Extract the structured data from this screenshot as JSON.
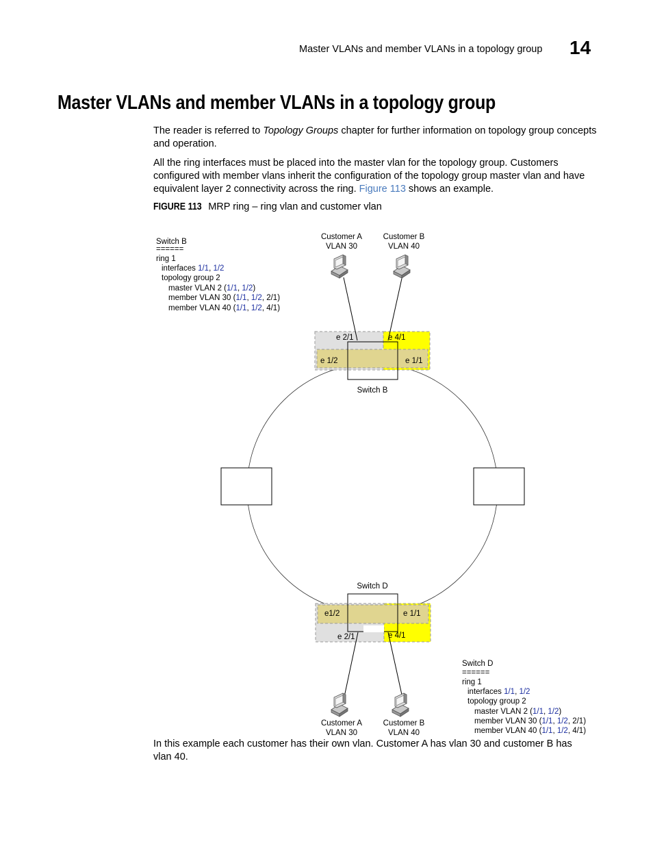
{
  "header": {
    "running_title": "Master VLANs and member VLANs in a topology group",
    "chapter_number": "14"
  },
  "section": {
    "title": "Master VLANs and member VLANs in a topology group"
  },
  "paragraph1": {
    "before": "The reader is referred to ",
    "italic": "Topology Groups",
    "after": " chapter for further information on topology group concepts and operation."
  },
  "paragraph2": {
    "text": "All the ring interfaces must be placed into the master vlan for the topology group. Customers configured with member vlans inherit the configuration of the topology group master vlan and have equivalent layer 2 connectivity across the ring. ",
    "link": "Figure 113",
    "after": " shows an example."
  },
  "figure": {
    "label": "FIGURE 113",
    "title": "MRP ring – ring vlan and customer vlan"
  },
  "diagram": {
    "config_b": {
      "l1": "Switch B",
      "l2": "======",
      "l3": "ring 1",
      "l4_pre": "interfaces ",
      "l5": "topology group 2",
      "l6_pre": "master VLAN 2 (",
      "l7_pre": "member VLAN 30 (",
      "l7_post": ", 2/1)",
      "l8_pre": "member VLAN 40 (",
      "l8_post": ", 4/1)",
      "link1": "1/1",
      "link2": "1/2",
      "sep": ", ",
      "close": ")"
    },
    "config_d": {
      "l1": "Switch D",
      "l2": "======",
      "l3": "ring 1",
      "l4_pre": "interfaces ",
      "l5": "topology group 2",
      "l6_pre": "master VLAN 2 (",
      "l7_pre": "member VLAN 30 (",
      "l7_post": ", 2/1)",
      "l8_pre": "member VLAN 40 (",
      "l8_post": ", 4/1)",
      "link1": "1/1",
      "link2": "1/2",
      "sep": ", ",
      "close": ")"
    },
    "cust_a_top": {
      "name": "Customer A",
      "vlan": "VLAN 30"
    },
    "cust_b_top": {
      "name": "Customer B",
      "vlan": "VLAN 40"
    },
    "cust_a_bottom": {
      "name": "Customer A",
      "vlan": "VLAN 30"
    },
    "cust_b_bottom": {
      "name": "Customer B",
      "vlan": "VLAN 40"
    },
    "switch_b": {
      "name": "Switch B",
      "port_e21": "e 2/1",
      "port_e41": "e 4/1",
      "port_e12": "e 1/2",
      "port_e11": "e 1/1"
    },
    "switch_d": {
      "name": "Switch D",
      "port_e12": "e1/2",
      "port_e11": "e 1/1",
      "port_e21": "e 2/1",
      "port_e41": "e 4/1"
    },
    "colors": {
      "gray_fill": "#e0e0e0",
      "yellow_fill": "#ffff00",
      "tan_fill": "#e0d590",
      "link": "#1c2fa0"
    }
  },
  "paragraph3": {
    "text": "In this example each customer has their own vlan. Customer A has vlan 30 and customer B has vlan 40."
  }
}
